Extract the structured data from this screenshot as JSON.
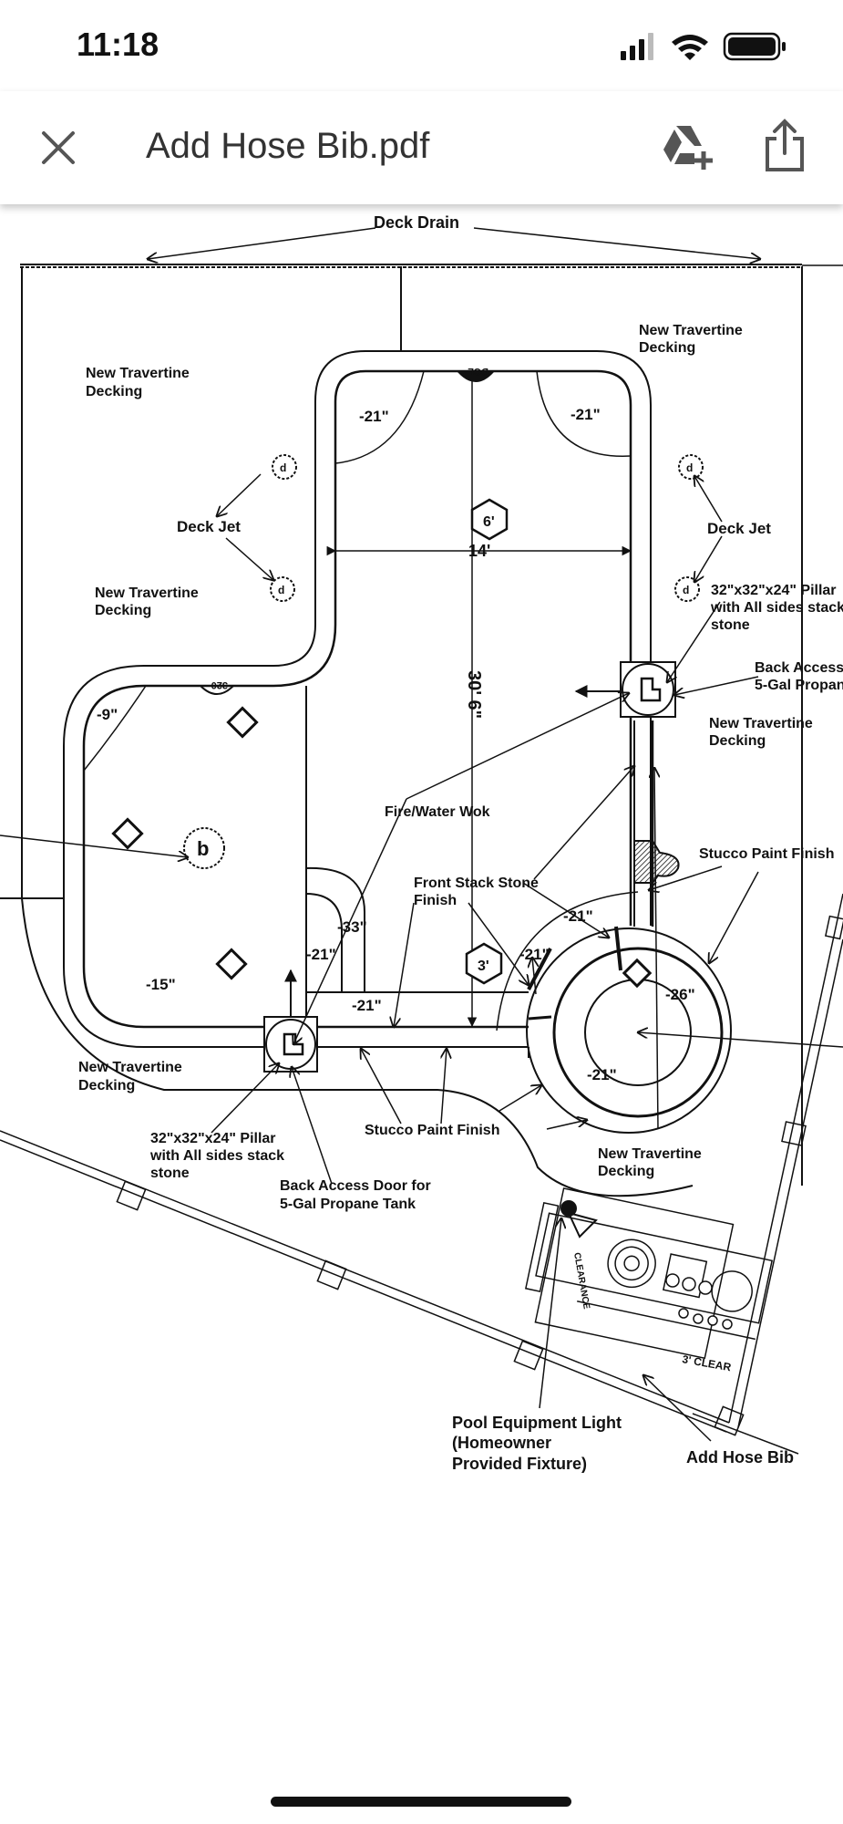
{
  "status": {
    "time": "11:18"
  },
  "header": {
    "title": "Add Hose Bib.pdf"
  },
  "icons": {
    "close": "close-icon",
    "drive": "add-to-drive-icon",
    "share": "share-icon"
  },
  "plan": {
    "deck_drain": "Deck Drain",
    "new_travertine_decking": "New Travertine",
    "decking": "Decking",
    "deck_jet": "Deck Jet",
    "pillar_line1": "32\"x32\"x24\" Pillar",
    "pillar_line2_right": "with All sides stack",
    "pillar_line2_left": "with All sides stack",
    "pillar_line3": "stone",
    "back_access_line1_right": "Back Access",
    "back_access_line2_right": "5-Gal Propan",
    "back_access_line1": "Back Access Door for",
    "back_access_line2": "5-Gal Propane Tank",
    "fire_water_wok": "Fire/Water Wok",
    "stucco_paint_finish": "Stucco Paint Finish",
    "front_stack_line1": "Front Stack Stone",
    "front_stack_line2": "Finish",
    "pool_light_line1": "Pool Equipment Light",
    "pool_light_line2": "(Homeowner",
    "pool_light_line3": "Provided Fixture)",
    "add_hose_bib": "Add Hose Bib",
    "dim_21": "-21\"",
    "dim_9": "-9\"",
    "dim_15": "-15\"",
    "dim_33": "-33\"",
    "dim_26": "-26\"",
    "dim_14": "14'",
    "dim_30_6": "30' 6\"",
    "marker_6": "6'",
    "marker_3": "3'",
    "marker_b": "b",
    "marker_d": "d",
    "three_clear": "3' CLEAR",
    "drain_code": "DCL",
    "drain_code2": "320",
    "clearance": "CLEARANCE"
  }
}
